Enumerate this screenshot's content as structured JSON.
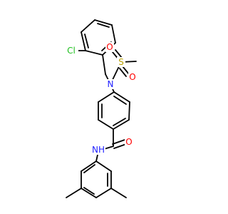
{
  "molecule": {
    "colors": {
      "bond": "#000000",
      "carbon": "#000000",
      "nitrogen": "#2222ff",
      "oxygen": "#ff0000",
      "sulfur": "#b8a000",
      "chlorine": "#1fbf1f"
    },
    "atoms": {
      "cl": {
        "label": "Cl",
        "element": "chlorine"
      },
      "n_sulfonamide": {
        "label": "N",
        "element": "nitrogen"
      },
      "s": {
        "label": "S",
        "element": "sulfur"
      },
      "o_sulfonyl_1": {
        "label": "O",
        "element": "oxygen"
      },
      "o_sulfonyl_2": {
        "label": "O",
        "element": "oxygen"
      },
      "o_amide": {
        "label": "O",
        "element": "oxygen"
      },
      "nh_amide": {
        "label": "NH",
        "element": "nitrogen"
      }
    }
  }
}
